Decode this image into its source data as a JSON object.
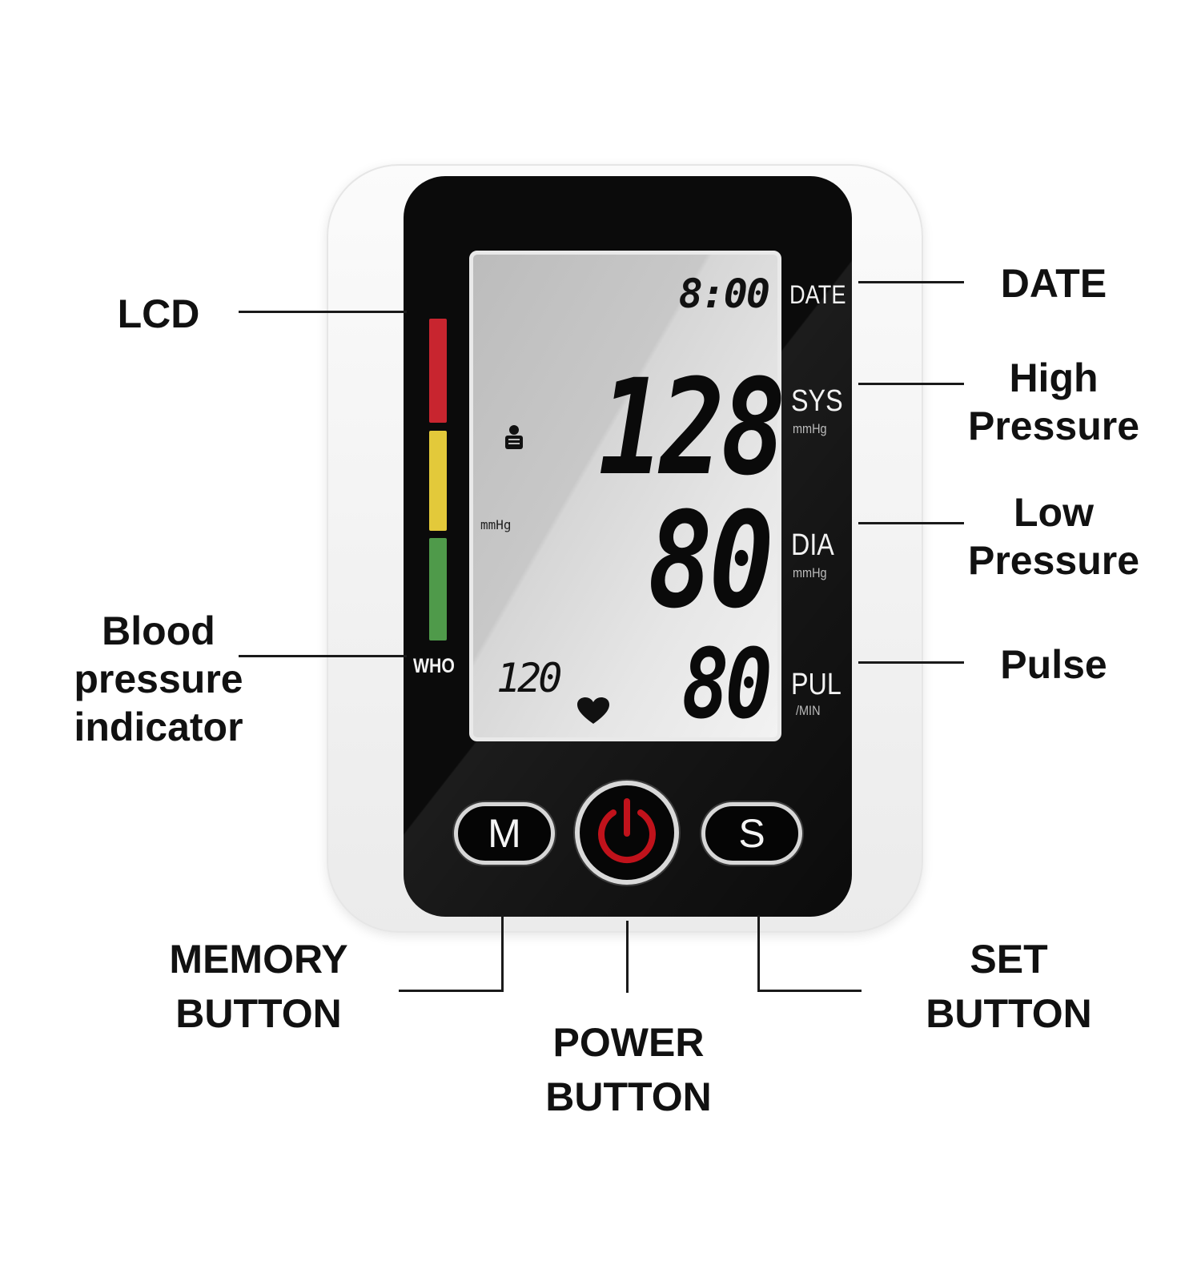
{
  "device": {
    "lcd": {
      "time": "8:00",
      "systolic": "128",
      "diastolic": "80",
      "pulse": "80",
      "memory_index": "120",
      "unit_left": "mmHg"
    },
    "side_labels": {
      "date": "DATE",
      "sys": "SYS",
      "sys_unit": "mmHg",
      "dia": "DIA",
      "dia_unit": "mmHg",
      "pul": "PUL",
      "pul_unit": "/MIN",
      "who": "WHO"
    },
    "indicator_colors": {
      "high": "#c8252f",
      "mid": "#e3c93a",
      "normal": "#4f9a4a"
    },
    "buttons": {
      "memory": "M",
      "set": "S",
      "power_icon": "power-icon",
      "power_color": "#c0121b"
    }
  },
  "callouts": {
    "lcd": "LCD",
    "indicator": [
      "Blood",
      "pressure",
      "indicator"
    ],
    "date": "DATE",
    "high": [
      "High",
      "Pressure"
    ],
    "low": [
      "Low",
      "Pressure"
    ],
    "pulse": "Pulse",
    "memory": [
      "MEMORY",
      "BUTTON"
    ],
    "power": [
      "POWER",
      "BUTTON"
    ],
    "set": [
      "SET",
      "BUTTON"
    ]
  }
}
